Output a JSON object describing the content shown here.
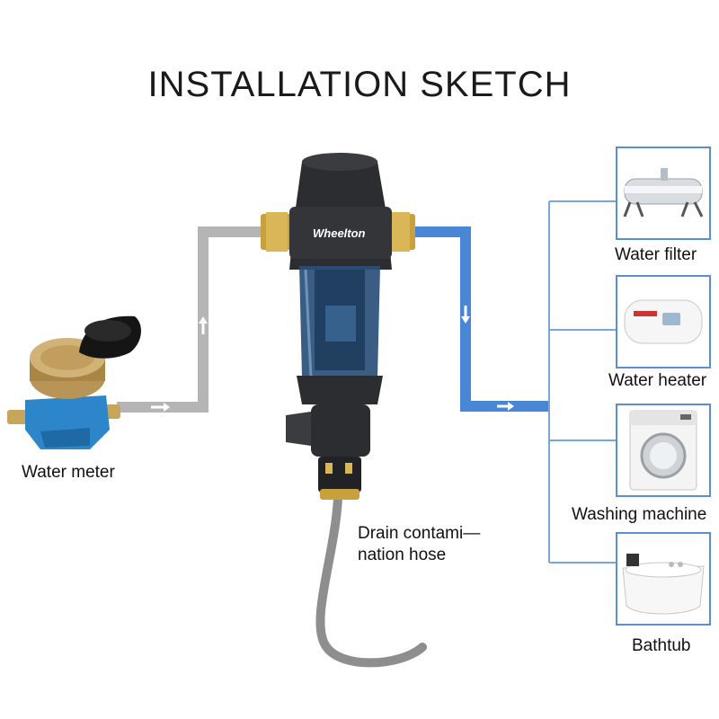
{
  "title": "INSTALLATION SKETCH",
  "brand": "Wheelton",
  "labels": {
    "water_meter": "Water meter",
    "drain_line1": "Drain contami—",
    "drain_line2": "nation hose"
  },
  "appliances": [
    {
      "label": "Water filter",
      "icon": "water-filter-icon"
    },
    {
      "label": "Water heater",
      "icon": "water-heater-icon"
    },
    {
      "label": "Washing machine",
      "icon": "washing-machine-icon"
    },
    {
      "label": "Bathtub",
      "icon": "bathtub-icon"
    }
  ],
  "colors": {
    "inlet_pipe": "#b5b5b5",
    "outlet_pipe": "#4a86d6",
    "branch_line": "#7aa6da",
    "filter_body": "#2b2d30",
    "bowl": "#2a4f78",
    "brass": "#c8a03c"
  }
}
